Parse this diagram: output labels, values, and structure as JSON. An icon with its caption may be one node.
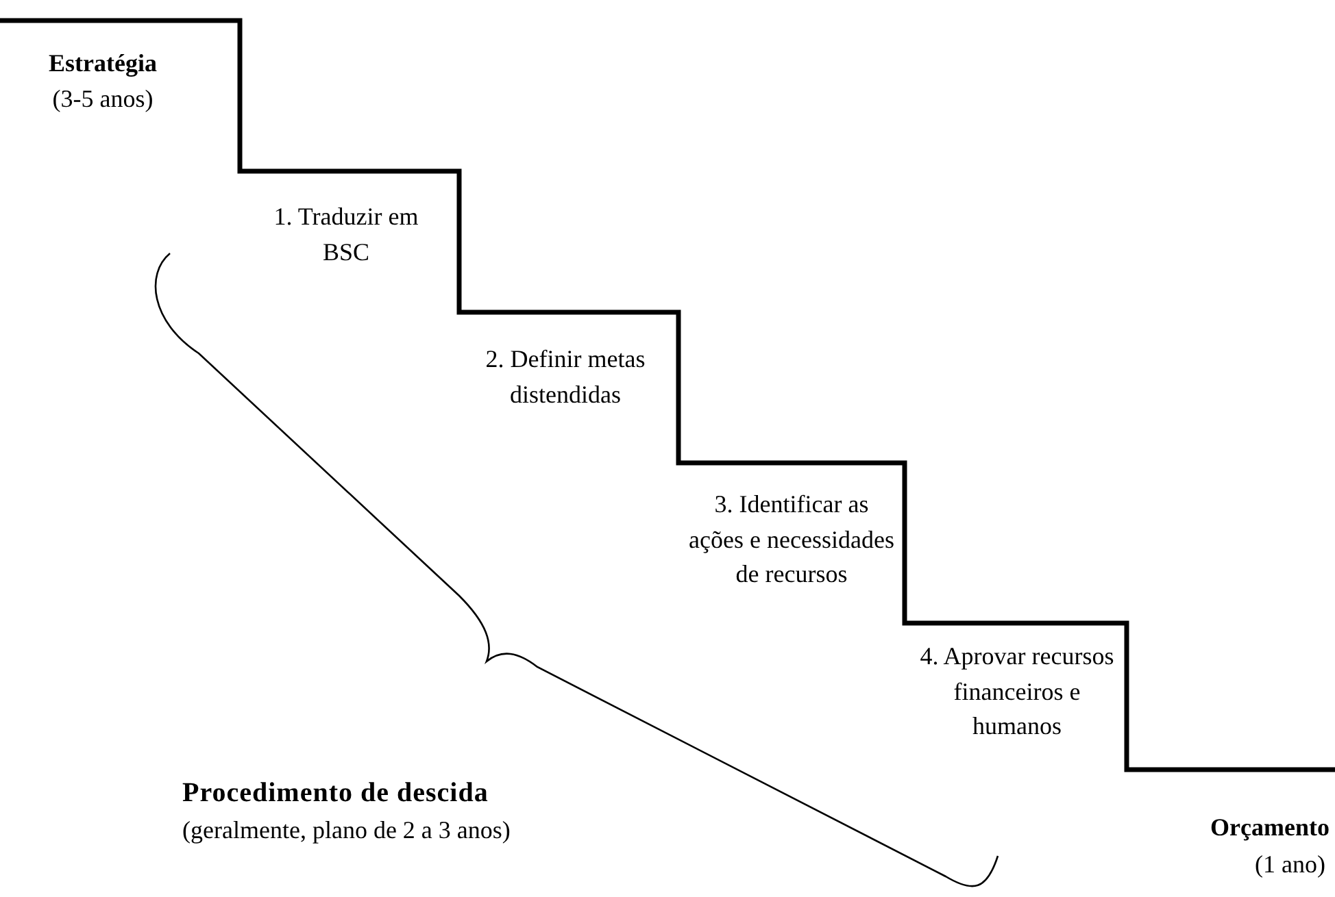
{
  "diagram": {
    "labels": [
      "Estratégia",
      "(3-5 anos)",
      "1. Traduzir em BSC",
      "2. Definir metas distendidas",
      "3. Identificar as ações e necessidades de recursos",
      "4. Aprovar recursos financeiros e humanos",
      "Procedimento de descida",
      "(geralmente, plano de 2 a 3 anos)",
      "Orçamento",
      "(1 ano)"
    ]
  }
}
